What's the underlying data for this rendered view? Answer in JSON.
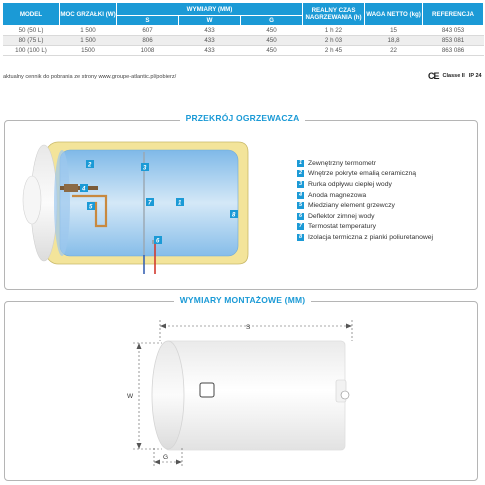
{
  "table": {
    "headers": {
      "model": "MODEL",
      "power": "MOC GRZAŁKI (W)",
      "dimensions": "WYMIARY (MM)",
      "dim_s": "S",
      "dim_w": "W",
      "dim_g": "G",
      "heating_time": "REALNY CZAS NAGRZEWANIA (h)",
      "weight": "WAGA NETTO (kg)",
      "reference": "REFERENCJA"
    },
    "rows": [
      {
        "model": "50 (50 L)",
        "power": "1 500",
        "s": "607",
        "w": "433",
        "g": "450",
        "time": "1 h 22",
        "weight": "15",
        "ref": "843 053"
      },
      {
        "model": "80 (75 L)",
        "power": "1 500",
        "s": "806",
        "w": "433",
        "g": "450",
        "time": "2 h 03",
        "weight": "18,8",
        "ref": "853 081"
      },
      {
        "model": "100 (100 L)",
        "power": "1500",
        "s": "1008",
        "w": "433",
        "g": "450",
        "time": "2 h 45",
        "weight": "22",
        "ref": "863 086"
      }
    ]
  },
  "footnote": "aktualny cennik do pobrania ze strony www.groupe-atlantic.pl/pobierz/",
  "certs": {
    "ce": "CE",
    "class": "Classe II",
    "ip": "IP 24"
  },
  "section1": {
    "title": "PRZEKRÓJ OGRZEWACZA",
    "diagram_numbers": [
      "1",
      "2",
      "3",
      "4",
      "5",
      "6",
      "7",
      "8"
    ],
    "legend": [
      {
        "num": "1",
        "text": "Zewnętrzny termometr"
      },
      {
        "num": "2",
        "text": "Wnętrze pokryte emalią ceramiczną"
      },
      {
        "num": "3",
        "text": "Rurka odpływu ciepłej wody"
      },
      {
        "num": "4",
        "text": "Anoda magnezowa"
      },
      {
        "num": "5",
        "text": "Miedziany element grzewczy"
      },
      {
        "num": "6",
        "text": "Deflektor zimnej wody"
      },
      {
        "num": "7",
        "text": "Termostat temperatury"
      },
      {
        "num": "8",
        "text": "Izolacja termiczna z pianki poliuretanowej"
      }
    ]
  },
  "section2": {
    "title": "WYMIARY MONTAŻOWE (MM)",
    "labels": {
      "s": "S",
      "w": "W",
      "g": "G"
    }
  },
  "colors": {
    "accent": "#1b9ad6",
    "insulation": "#f3e49a",
    "tank": "#b9d8f2"
  }
}
